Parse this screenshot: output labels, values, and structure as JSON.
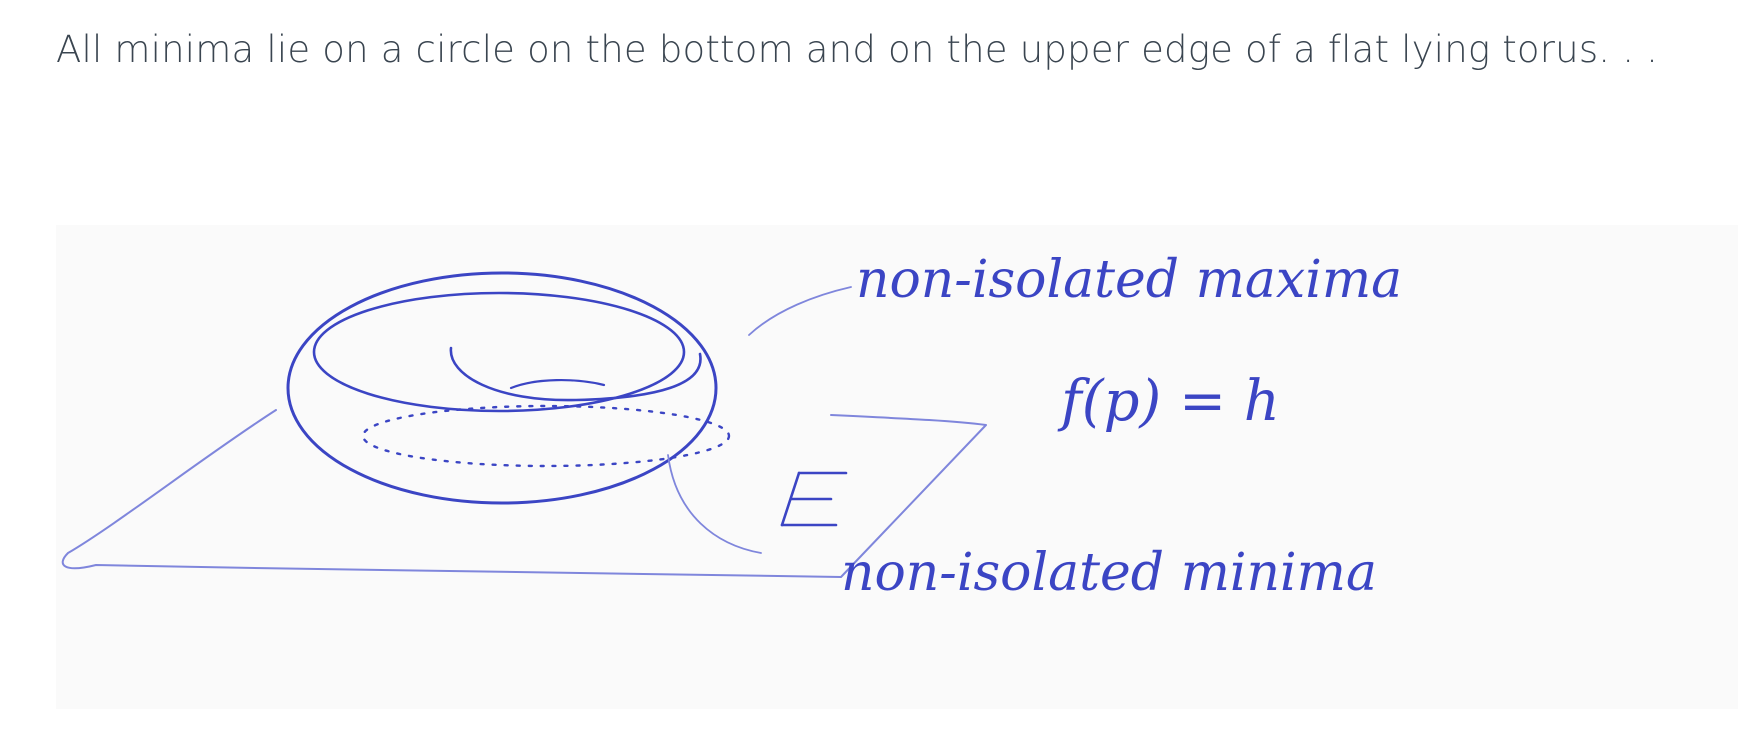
{
  "caption": "All minima lie on a circle on the bottom and on the upper edge of a flat lying torus. . .",
  "figure": {
    "labels": {
      "maxima": "non-isolated maxima",
      "equation": "f(p) = h",
      "plane": "E",
      "minima": "non-isolated minima"
    },
    "colors": {
      "ink": "#3b45c4",
      "ink_light": "#7f86dc",
      "paper": "#fafafa",
      "text": "#3a4550"
    }
  }
}
